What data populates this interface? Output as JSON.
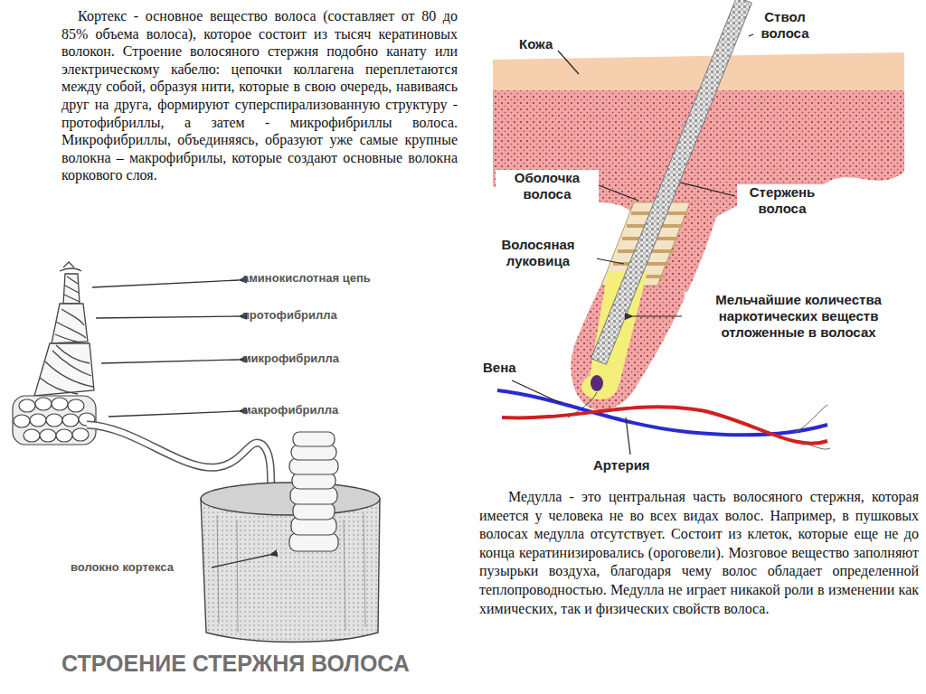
{
  "diagram": {
    "caption": "СТРОЕНИЕ СТЕРЖНЯ ВОЛОСА",
    "labels": [
      "Кортекс - основное вещество волоса (составляет от 80 до 85% объема волоса), которое состоит из тысяч кератиновых волокон. Строение волосяного стержня подобно канату или электрическому кабелю: цепочки коллагена переплетаются между собой, образуя нити, которые в свою очередь, навиваясь друг на друга, формируют суперспирализованную структуру - протофибриллы, а затем - микрофибриллы волоса. Микрофибриллы, объединяясь, образуют уже самые крупные волокна – макрофибрилы, которые создают основные волокна коркового слоя.",
      "аминокислотная цепь",
      "протофибрилла",
      "микрофибрилла",
      "макрофибрилла",
      "волокно кортекса",
      "Ствол волоса",
      "Кожа",
      "Оболочка волоса",
      "Стержень волоса",
      "Волосяная луковица",
      "Мельчайшие количества наркотических веществ отложенные в волосах",
      "Вена",
      "Артерия",
      "Медулла - это центральная часть волосяного стержня, которая имеется у человека не во всех видах волос. Например, в пушковых волосах медулла отсутствует. Состоит из клеток, которые еще не до конца кератинизировались (ороговели). Мозговое вещество заполняют пузырьки воздуха, благодаря чему волос обладает определенной теплопроводностью. Медулла не играет никакой роли в изменении как химических, так и физических свойств волоса."
    ]
  }
}
